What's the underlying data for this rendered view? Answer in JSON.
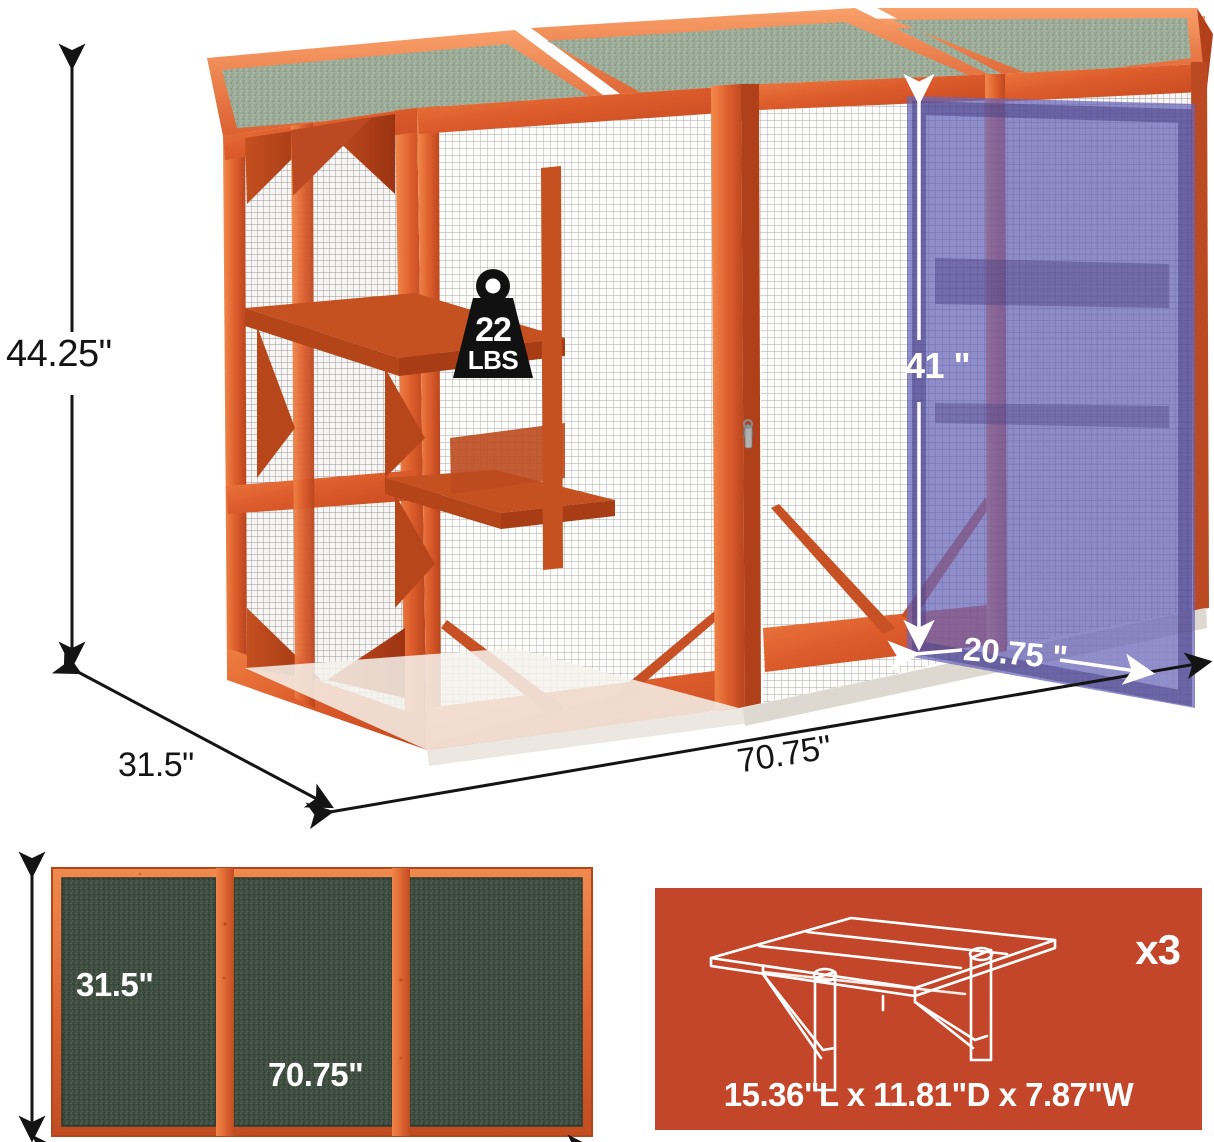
{
  "diagram": {
    "title": "Cat House Outdoor Catio Dimension Diagram",
    "colors": {
      "wood_orange": "#d9552a",
      "wood_dark": "#a33715",
      "shingle_green_top": "#97a894",
      "shingle_green_dark": "#3e4d40",
      "door_overlay_purple": "#5650b0",
      "card_background_red": "#c4462a",
      "dimension_line_black": "#141414",
      "dimension_line_white": "#ffffff",
      "mesh_grey": "#787878",
      "background": "#ffffff"
    }
  },
  "main_view": {
    "name": "main-product-view",
    "dimensions": {
      "height": {
        "label": "44.25\"",
        "orientation": "vertical",
        "color": "black"
      },
      "door_height": {
        "label": "41 \"",
        "orientation": "vertical",
        "color": "white"
      },
      "door_depth": {
        "label": "20.75 \"",
        "orientation": "horizontal",
        "color": "white"
      },
      "depth": {
        "label": "31.5\"",
        "orientation": "diagonal",
        "color": "black"
      },
      "length": {
        "label": "70.75\"",
        "orientation": "diagonal",
        "color": "black"
      }
    },
    "weight_badge": {
      "name": "weight-badge",
      "value": "22",
      "unit": "LBS"
    }
  },
  "roof_panel_card": {
    "name": "roof-panel-card",
    "panel_count": 3,
    "dimensions": {
      "height": {
        "label": "31.5\"",
        "orientation": "vertical",
        "color": "white"
      },
      "width": {
        "label": "70.75\"",
        "orientation": "horizontal",
        "color": "white"
      }
    }
  },
  "shelf_card": {
    "name": "shelf-platform-card",
    "quantity_label": "x3",
    "dimensions_label": "15.36\"L x 11.81\"D x 7.87\"W",
    "icon": "shelf-platform-icon"
  }
}
